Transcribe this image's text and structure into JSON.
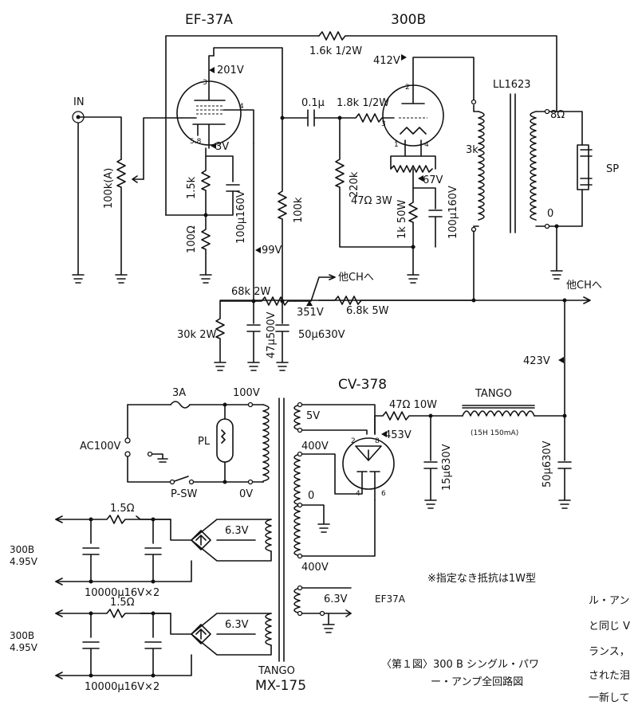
{
  "tubes": {
    "ef37a": "EF-37A",
    "t300b": "300B",
    "cv378": "CV-378"
  },
  "labels": {
    "in": "IN",
    "vol": "100k(A)",
    "fb_res": "1.6k 1/2W",
    "v201": "201V",
    "v412": "412V",
    "ll1623": "LL1623",
    "ohm8": "8Ω",
    "sp": "SP",
    "k3": "3k",
    "zero": "0",
    "c01": "0.1μ",
    "r18k": "1.8k 1/2W",
    "r220k": "220k",
    "v67": "67V",
    "r47_3w": "47Ω 3W",
    "r1k50w": "1k 50W",
    "c100_160_b": "100μ160V",
    "r15k": "1.5k",
    "r100": "100Ω",
    "c100_160_a": "100μ160V",
    "v3": "3V",
    "r100k": "100k",
    "v99": "99V",
    "other_ch1": "他CHへ",
    "r68k": "68k 2W",
    "v351": "351V",
    "r68k5w": "6.8k 5W",
    "other_ch2": "他CHへ",
    "r30k": "30k 2W",
    "c47": "47μ500V",
    "c50": "50μ630V",
    "v423": "423V",
    "fuse": "3A",
    "ac100": "AC100V",
    "pl": "PL",
    "psw": "P-SW",
    "v100": "100V",
    "v0": "0V",
    "v5": "5V",
    "v400a": "400V",
    "ct0": "0",
    "v400b": "400V",
    "r47_10w": "47Ω 10W",
    "v453": "453V",
    "tango_choke": "TANGO",
    "choke_spec": "(15H 150mA)",
    "c15": "15μ630V",
    "c50b": "50μ630V",
    "r15_a": "1.5Ω",
    "v63a": "6.3V",
    "b300_a1": "300B",
    "b300_a2": "4.95V",
    "c10000a": "10000μ16V×2",
    "r15_b": "1.5Ω",
    "v63b": "6.3V",
    "b300_b1": "300B",
    "b300_b2": "4.95V",
    "c10000b": "10000μ16V×2",
    "v63c": "6.3V",
    "ef37a_heat": "EF37A",
    "note": "※指定なき抵抗は1W型",
    "tango_pt": "TANGO",
    "mx175": "MX-175",
    "cap1": "〈第１図〉300 B シングル・パワ",
    "cap2": "ー・アンプ全回路図",
    "pin3a": "3",
    "pin4a": "4",
    "pin58": "5.8",
    "pin2": "2",
    "pin3b": "3",
    "pin1": "1",
    "pin4b": "4",
    "pin2c": "2",
    "pin8": "8",
    "pin4c": "4",
    "pin6": "6",
    "body1": "ル・アン",
    "body2": "と同じ V",
    "body3": "ランス，",
    "body4": "された泪",
    "body5": "一新して"
  }
}
